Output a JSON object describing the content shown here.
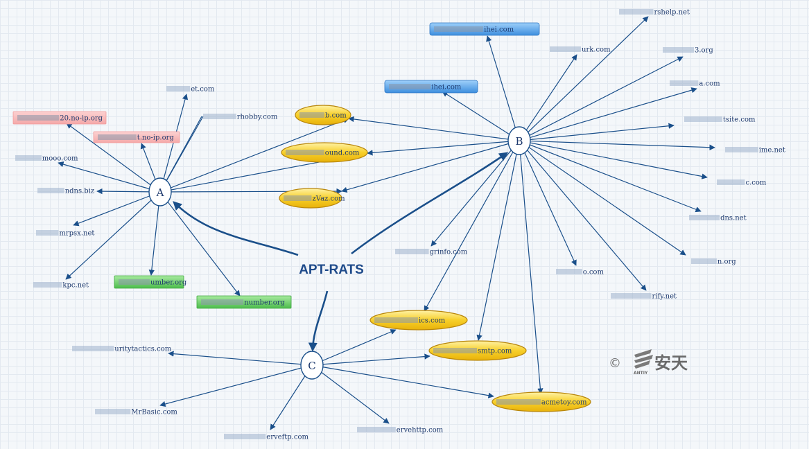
{
  "title": "APT-RATS",
  "hubs": [
    {
      "id": "A",
      "label": "A"
    },
    {
      "id": "B",
      "label": "B"
    },
    {
      "id": "C",
      "label": "C"
    }
  ],
  "nodes": [
    {
      "id": "a1",
      "hub": "A",
      "label": "20.no-ip.org",
      "style": "pink"
    },
    {
      "id": "a2",
      "hub": "A",
      "label": "t.no-ip.org",
      "style": "pink"
    },
    {
      "id": "a3",
      "hub": "A",
      "label": "et.com",
      "style": "plain"
    },
    {
      "id": "a4",
      "hub": "A",
      "label": "rhobby.com",
      "style": "plain"
    },
    {
      "id": "a5",
      "hub": "A",
      "label": "mooo.com",
      "style": "plain"
    },
    {
      "id": "a6",
      "hub": "A",
      "label": "ndns.biz",
      "style": "plain"
    },
    {
      "id": "a7",
      "hub": "A",
      "label": "mrpsx.net",
      "style": "plain"
    },
    {
      "id": "a8",
      "hub": "A",
      "label": "kpc.net",
      "style": "plain"
    },
    {
      "id": "a9",
      "hub": "A",
      "label": "umber.org",
      "style": "green"
    },
    {
      "id": "a10",
      "hub": "A",
      "label": "number.org",
      "style": "green"
    },
    {
      "id": "s1",
      "hub": "AB",
      "label": "b.com",
      "style": "yellow"
    },
    {
      "id": "s2",
      "hub": "AB",
      "label": "ound.com",
      "style": "yellow"
    },
    {
      "id": "s3",
      "hub": "AB",
      "label": "zVaz.com",
      "style": "yellow"
    },
    {
      "id": "b1",
      "hub": "B",
      "label": "ihei.com",
      "style": "blue"
    },
    {
      "id": "b2",
      "hub": "B",
      "label": "ihei.com",
      "style": "blue"
    },
    {
      "id": "b3",
      "hub": "B",
      "label": "rshelp.net",
      "style": "plain"
    },
    {
      "id": "b4",
      "hub": "B",
      "label": "urk.com",
      "style": "plain"
    },
    {
      "id": "b5",
      "hub": "B",
      "label": "3.org",
      "style": "plain"
    },
    {
      "id": "b6",
      "hub": "B",
      "label": "a.com",
      "style": "plain"
    },
    {
      "id": "b7",
      "hub": "B",
      "label": "tsite.com",
      "style": "plain"
    },
    {
      "id": "b8",
      "hub": "B",
      "label": "ime.net",
      "style": "plain"
    },
    {
      "id": "b9",
      "hub": "B",
      "label": "c.com",
      "style": "plain"
    },
    {
      "id": "b10",
      "hub": "B",
      "label": "dns.net",
      "style": "plain"
    },
    {
      "id": "b11",
      "hub": "B",
      "label": "n.org",
      "style": "plain"
    },
    {
      "id": "b12",
      "hub": "B",
      "label": "rify.net",
      "style": "plain"
    },
    {
      "id": "b13",
      "hub": "B",
      "label": "o.com",
      "style": "plain"
    },
    {
      "id": "b14",
      "hub": "B",
      "label": "grinfo.com",
      "style": "plain"
    },
    {
      "id": "s4",
      "hub": "BC",
      "label": "ics.com",
      "style": "yellow"
    },
    {
      "id": "s5",
      "hub": "BC",
      "label": "smtp.com",
      "style": "yellow"
    },
    {
      "id": "s6",
      "hub": "BC",
      "label": "acmetoy.com",
      "style": "yellow"
    },
    {
      "id": "c1",
      "hub": "C",
      "label": "uritytactics.com",
      "style": "plain"
    },
    {
      "id": "c2",
      "hub": "C",
      "label": "MrBasic.com",
      "style": "plain"
    },
    {
      "id": "c3",
      "hub": "C",
      "label": "erveftp.com",
      "style": "plain"
    },
    {
      "id": "c4",
      "hub": "C",
      "label": "ervehttp.com",
      "style": "plain"
    },
    {
      "id": "c5",
      "hub": "C",
      "label": "",
      "style": "plain"
    }
  ],
  "watermark": {
    "copyright": "©",
    "brand_cn": "安天",
    "brand_en": "ANTIY"
  },
  "colors": {
    "edge": "#1a4f8a",
    "pink": "#f7b6b6",
    "green": "#5fcc5f",
    "blue": "#4a9ee6",
    "yellow": "#f7cf2a",
    "grid": "#e3e9f0"
  }
}
